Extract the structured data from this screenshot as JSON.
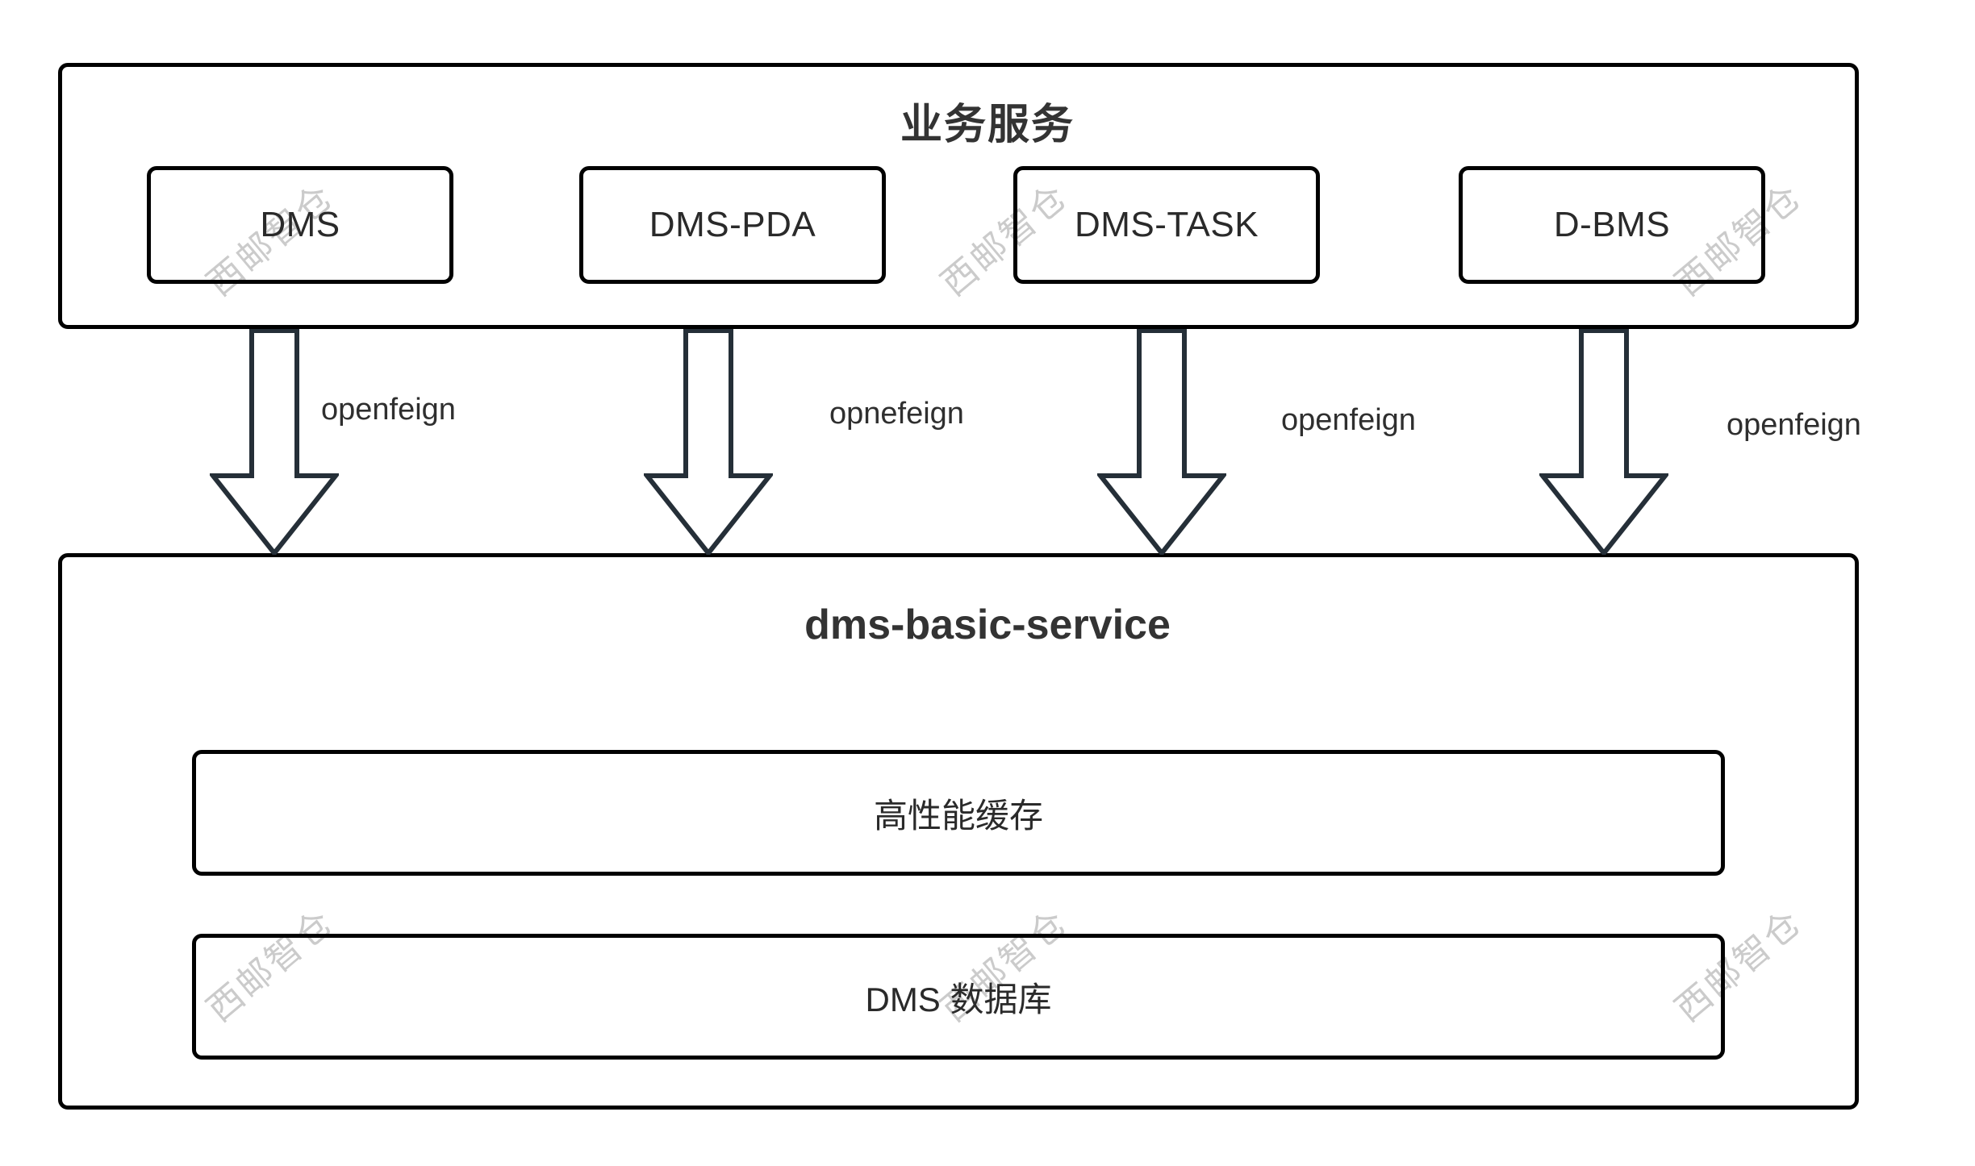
{
  "diagram": {
    "title": "业务服务",
    "watermark": "西邮智仓",
    "business_panel": {
      "label": "业务服务",
      "services": [
        {
          "label": "DMS"
        },
        {
          "label": "DMS-PDA"
        },
        {
          "label": "DMS-TASK"
        },
        {
          "label": "D-BMS"
        }
      ]
    },
    "connections": [
      {
        "label": "openfeign"
      },
      {
        "label": "opnefeign"
      },
      {
        "label": "openfeign"
      },
      {
        "label": "openfeign"
      }
    ],
    "basic_panel": {
      "label": "dms-basic-service",
      "layers": [
        {
          "label": "高性能缓存"
        },
        {
          "label": "DMS 数据库"
        }
      ]
    },
    "colors": {
      "border": "#000000",
      "arrow_stroke": "#252f38",
      "text": "#2a2a2a",
      "title_text": "#333333",
      "watermark": "#c9c9c9",
      "background": "#ffffff"
    }
  }
}
